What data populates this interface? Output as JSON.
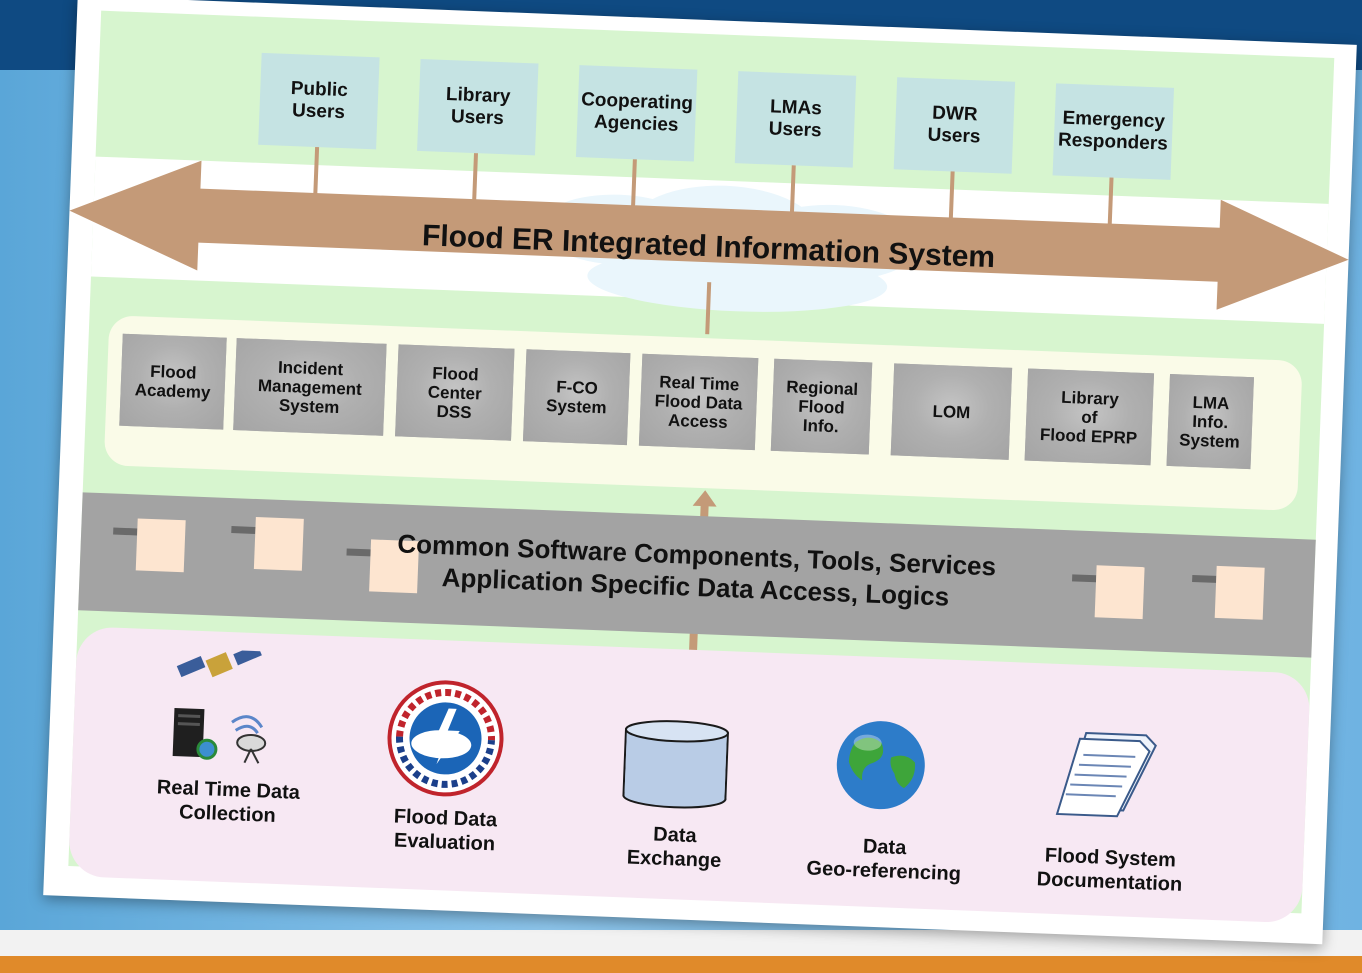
{
  "diagram": {
    "title": "Flood ER Integrated Information System",
    "users": [
      {
        "label": "Public\nUsers"
      },
      {
        "label": "Library\nUsers"
      },
      {
        "label": "Cooperating\nAgencies"
      },
      {
        "label": "LMAs\nUsers"
      },
      {
        "label": "DWR\nUsers"
      },
      {
        "label": "Emergency\nResponders"
      }
    ],
    "applications": [
      {
        "label": "Flood\nAcademy"
      },
      {
        "label": "Incident\nManagement\nSystem"
      },
      {
        "label": "Flood\nCenter\nDSS"
      },
      {
        "label": "F-CO\nSystem"
      },
      {
        "label": "Real Time\nFlood Data\nAccess"
      },
      {
        "label": "Regional\nFlood\nInfo."
      },
      {
        "label": "LOM"
      },
      {
        "label": "Library\nof\nFlood EPRP"
      },
      {
        "label": "LMA\nInfo.\nSystem"
      }
    ],
    "software_layer": {
      "line1": "Common Software Components, Tools, Services",
      "line2": "Application Specific Data Access, Logics"
    },
    "data_layer": [
      {
        "label": "Real Time Data\nCollection",
        "icon": "satellite-server-icon"
      },
      {
        "label": "Flood Data\nEvaluation",
        "icon": "national-weather-service-logo"
      },
      {
        "label": "Data\nExchange",
        "icon": "database-cylinder-icon"
      },
      {
        "label": "Data\nGeo-referencing",
        "icon": "globe-icon"
      },
      {
        "label": "Flood System\nDocumentation",
        "icon": "documents-icon"
      }
    ],
    "colors": {
      "arrow": "#c49a78",
      "panel_green": "#d7f5cf",
      "user_box": "#c5e3e3",
      "app_box": "#a9a9a9",
      "data_panel": "#f7e8f3",
      "header_blue": "#0f4a82"
    }
  }
}
